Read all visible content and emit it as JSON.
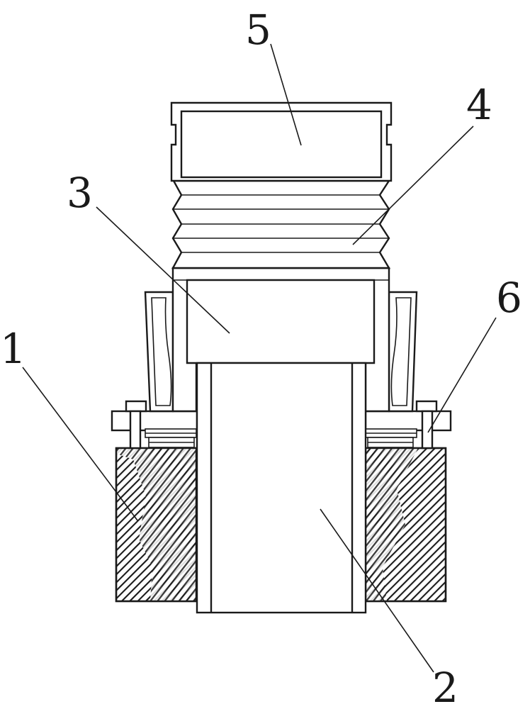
{
  "figure": {
    "background_color": "#ffffff",
    "line_color": "#1a1a1a",
    "hatch_style": "diagonal-hatch"
  },
  "callouts": [
    {
      "id": "1",
      "label": "1"
    },
    {
      "id": "2",
      "label": "2"
    },
    {
      "id": "3",
      "label": "3"
    },
    {
      "id": "4",
      "label": "4"
    },
    {
      "id": "5",
      "label": "5"
    },
    {
      "id": "6",
      "label": "6"
    }
  ]
}
